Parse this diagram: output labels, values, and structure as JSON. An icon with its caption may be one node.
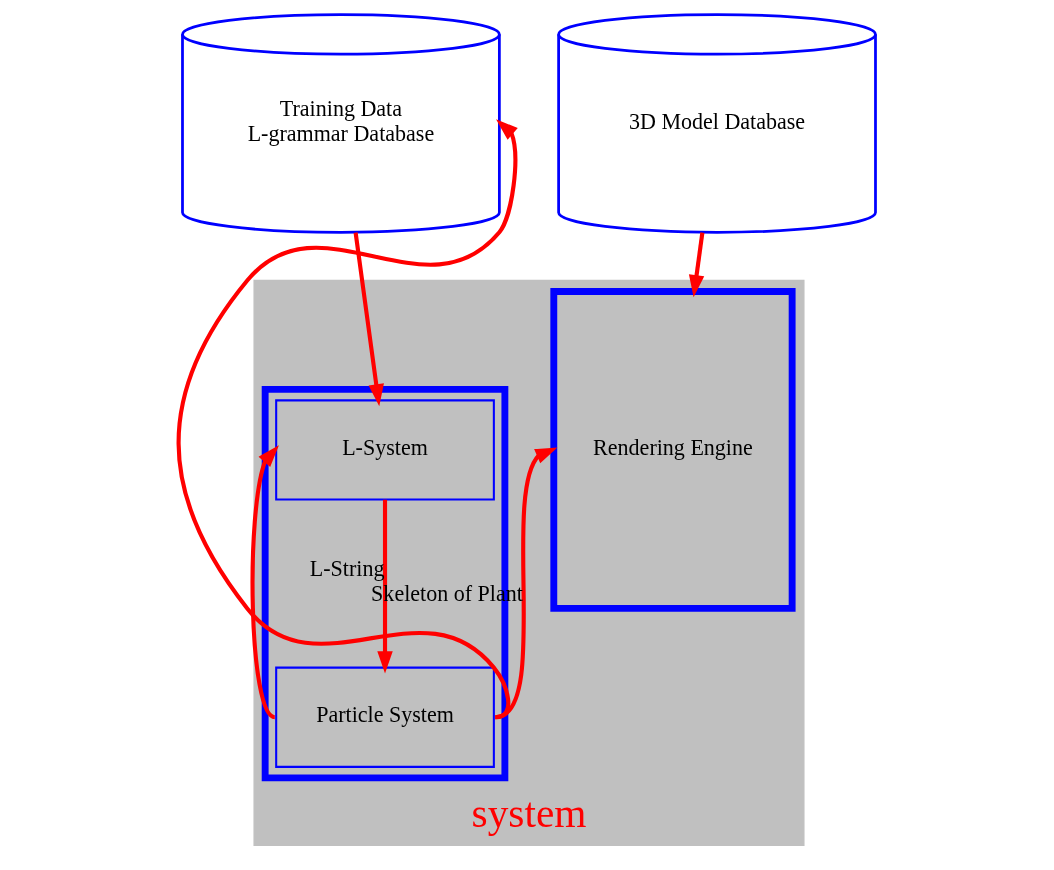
{
  "diagram": {
    "nodes": [
      {
        "text": [
          "system"
        ]
      },
      {
        "text": [
          "Training Data",
          "L-grammar Database"
        ]
      },
      {
        "text": [
          "3D Model Database"
        ]
      },
      {
        "text": [],
        "shape": "box",
        "in": 0
      },
      {
        "text": [
          "L-System"
        ],
        "in": 3
      },
      {
        "text": [
          "Particle System"
        ],
        "in": 3
      },
      {
        "text": [
          "Rendering Engine"
        ],
        "in": 0
      }
    ],
    "edges": [
      {
        "from": 1,
        "to": 4,
        "arrow": "to"
      },
      {
        "from": 2,
        "to": 6,
        "arrow": "to"
      },
      {
        "from": 4,
        "to": 5,
        "arrow": "to",
        "label": "L-String"
      },
      {
        "from": 5,
        "to": 6,
        "arrow": "to",
        "label": "Skeleton of Plant"
      },
      {
        "from": 5,
        "to": 1,
        "arrow": "to"
      },
      {
        "from": 5,
        "to": 4,
        "arrow": "to"
      }
    ]
  }
}
